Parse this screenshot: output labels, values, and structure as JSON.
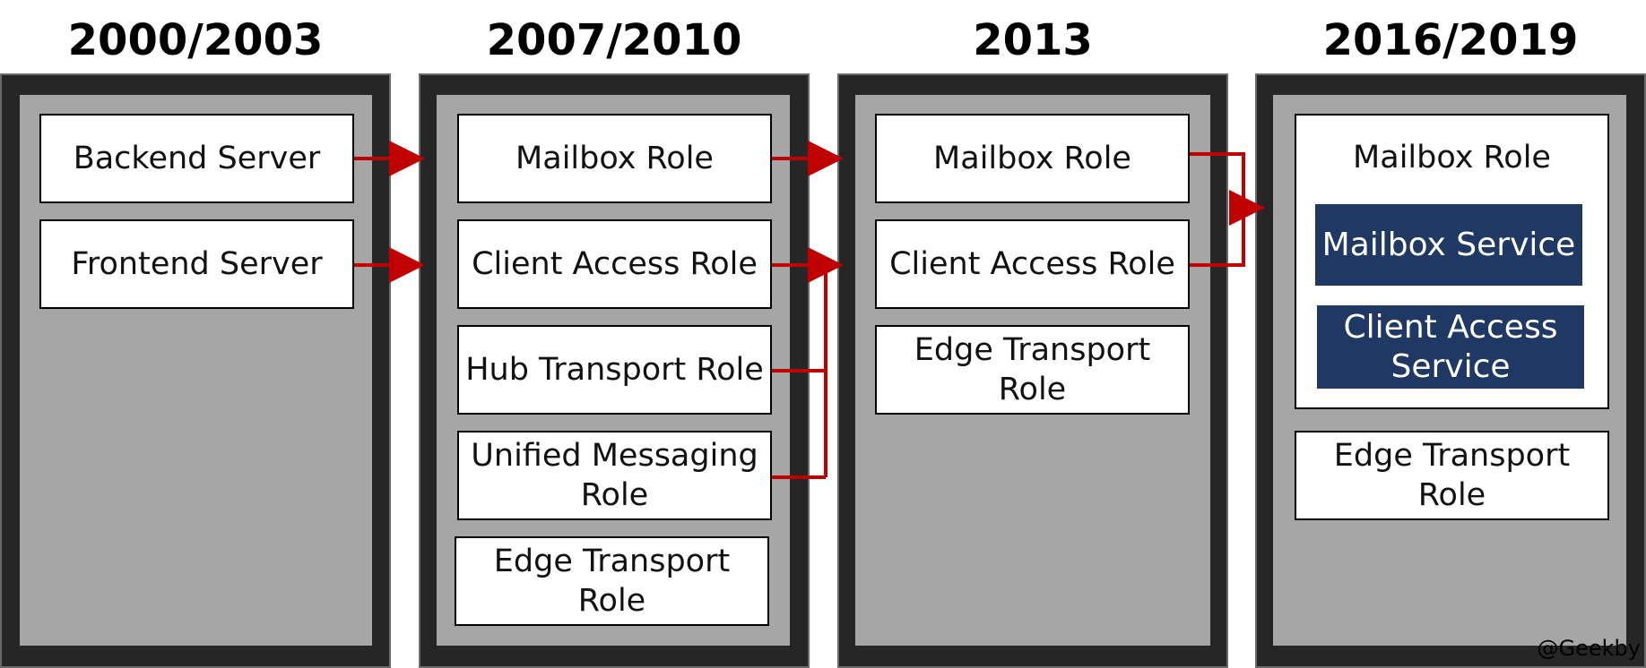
{
  "columns": [
    {
      "title": "2000/2003",
      "items": [
        "Backend Server",
        "Frontend Server"
      ]
    },
    {
      "title": "2007/2010",
      "items": [
        "Mailbox Role",
        "Client Access Role",
        "Hub Transport Role",
        "Unified Messaging Role",
        "Edge Transport Role"
      ]
    },
    {
      "title": "2013",
      "items": [
        "Mailbox Role",
        "Client Access Role",
        "Edge Transport Role"
      ]
    },
    {
      "title": "2016/2019",
      "mailbox_role": "Mailbox Role",
      "services": [
        "Mailbox Service",
        "Client Access Service"
      ],
      "edge": "Edge Transport Role"
    }
  ],
  "watermark": "@Geekby",
  "colors": {
    "column_outer": "#262626",
    "column_inner": "#a6a6a6",
    "service_fill": "#1f3864",
    "arrow": "#c00000"
  }
}
